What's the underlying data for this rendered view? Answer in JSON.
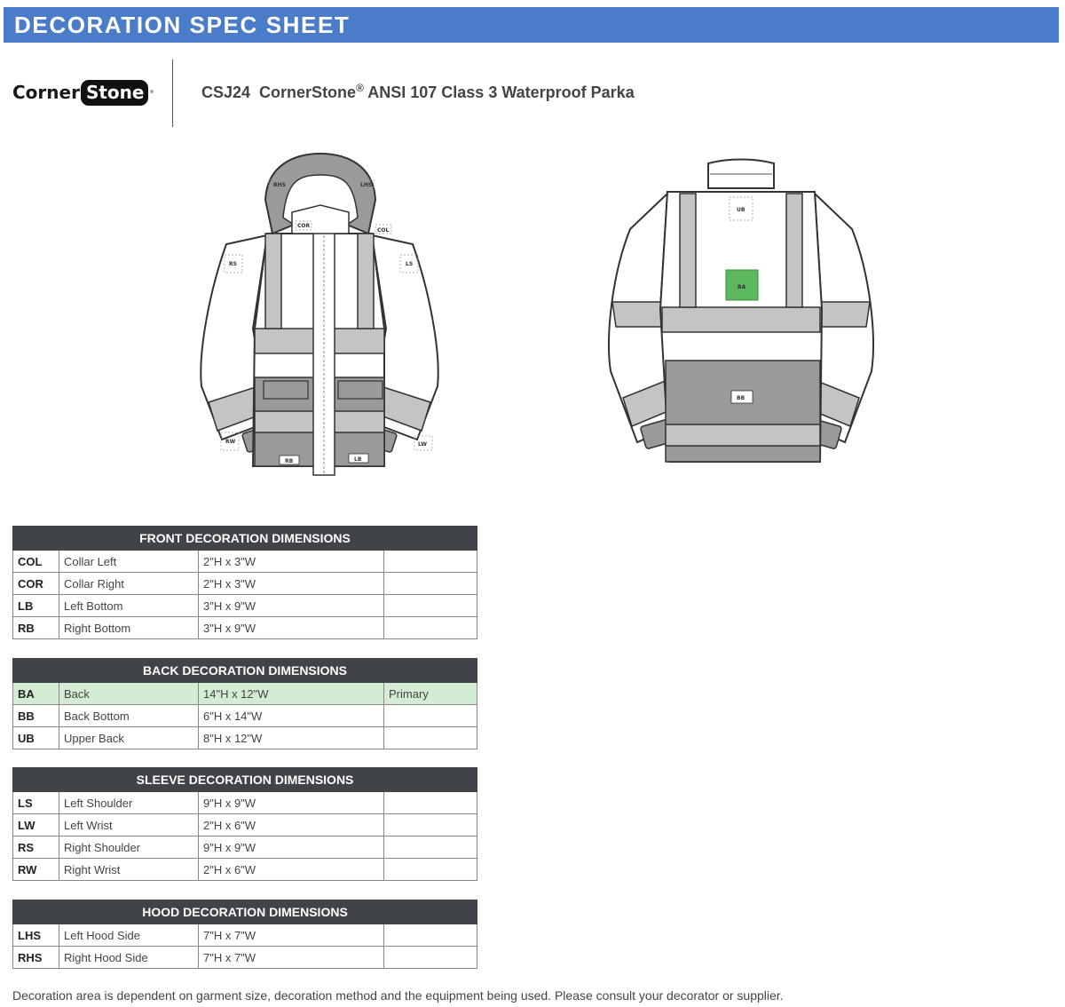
{
  "header": {
    "title": "DECORATION SPEC SHEET"
  },
  "brand": {
    "name_left": "Corner",
    "name_right": "Stone"
  },
  "product": {
    "code": "CSJ24",
    "brand_name": "CornerStone",
    "registered_mark": "®",
    "name": "ANSI 107 Class 3 Waterproof Parka"
  },
  "front_view_labels": {
    "rhs": "RHS",
    "lhs": "LHS",
    "cor": "COR",
    "col": "COL",
    "rs": "RS",
    "ls": "LS",
    "rw": "RW",
    "lw": "LW",
    "rb": "RB",
    "lb": "LB"
  },
  "back_view_labels": {
    "ub": "UB",
    "ba": "BA",
    "bb": "BB"
  },
  "tables": {
    "front": {
      "title": "FRONT DECORATION DIMENSIONS",
      "rows": [
        {
          "code": "COL",
          "location": "Collar Left",
          "size": "2\"H x 3\"W",
          "note": ""
        },
        {
          "code": "COR",
          "location": "Collar Right",
          "size": "2\"H x 3\"W",
          "note": ""
        },
        {
          "code": "LB",
          "location": "Left Bottom",
          "size": "3\"H x 9\"W",
          "note": ""
        },
        {
          "code": "RB",
          "location": "Right Bottom",
          "size": "3\"H x 9\"W",
          "note": ""
        }
      ]
    },
    "back": {
      "title": "BACK DECORATION DIMENSIONS",
      "rows": [
        {
          "code": "BA",
          "location": "Back",
          "size": "14\"H x 12\"W",
          "note": "Primary"
        },
        {
          "code": "BB",
          "location": "Back Bottom",
          "size": "6\"H x 14\"W",
          "note": ""
        },
        {
          "code": "UB",
          "location": "Upper Back",
          "size": "8\"H x 12\"W",
          "note": ""
        }
      ]
    },
    "sleeve": {
      "title": "SLEEVE DECORATION DIMENSIONS",
      "rows": [
        {
          "code": "LS",
          "location": "Left Shoulder",
          "size": "9\"H x 9\"W",
          "note": ""
        },
        {
          "code": "LW",
          "location": "Left Wrist",
          "size": "2\"H x 6\"W",
          "note": ""
        },
        {
          "code": "RS",
          "location": "Right Shoulder",
          "size": "9\"H x 9\"W",
          "note": ""
        },
        {
          "code": "RW",
          "location": "Right Wrist",
          "size": "2\"H x 6\"W",
          "note": ""
        }
      ]
    },
    "hood": {
      "title": "HOOD DECORATION DIMENSIONS",
      "rows": [
        {
          "code": "LHS",
          "location": "Left Hood Side",
          "size": "7\"H x 7\"W",
          "note": ""
        },
        {
          "code": "RHS",
          "location": "Right Hood Side",
          "size": "7\"H x 7\"W",
          "note": ""
        }
      ]
    }
  },
  "footer": {
    "note": "Decoration area is dependent on garment size, decoration method and the equipment being used. Please consult your decorator or supplier."
  },
  "colors": {
    "banner": "#4a7cc9",
    "table_header": "#404448",
    "primary_row": "#d4ebd4",
    "primary_zone": "#5cb85c",
    "panel_gray": "#9a9a9a",
    "tape_gray": "#c4c4c4"
  }
}
